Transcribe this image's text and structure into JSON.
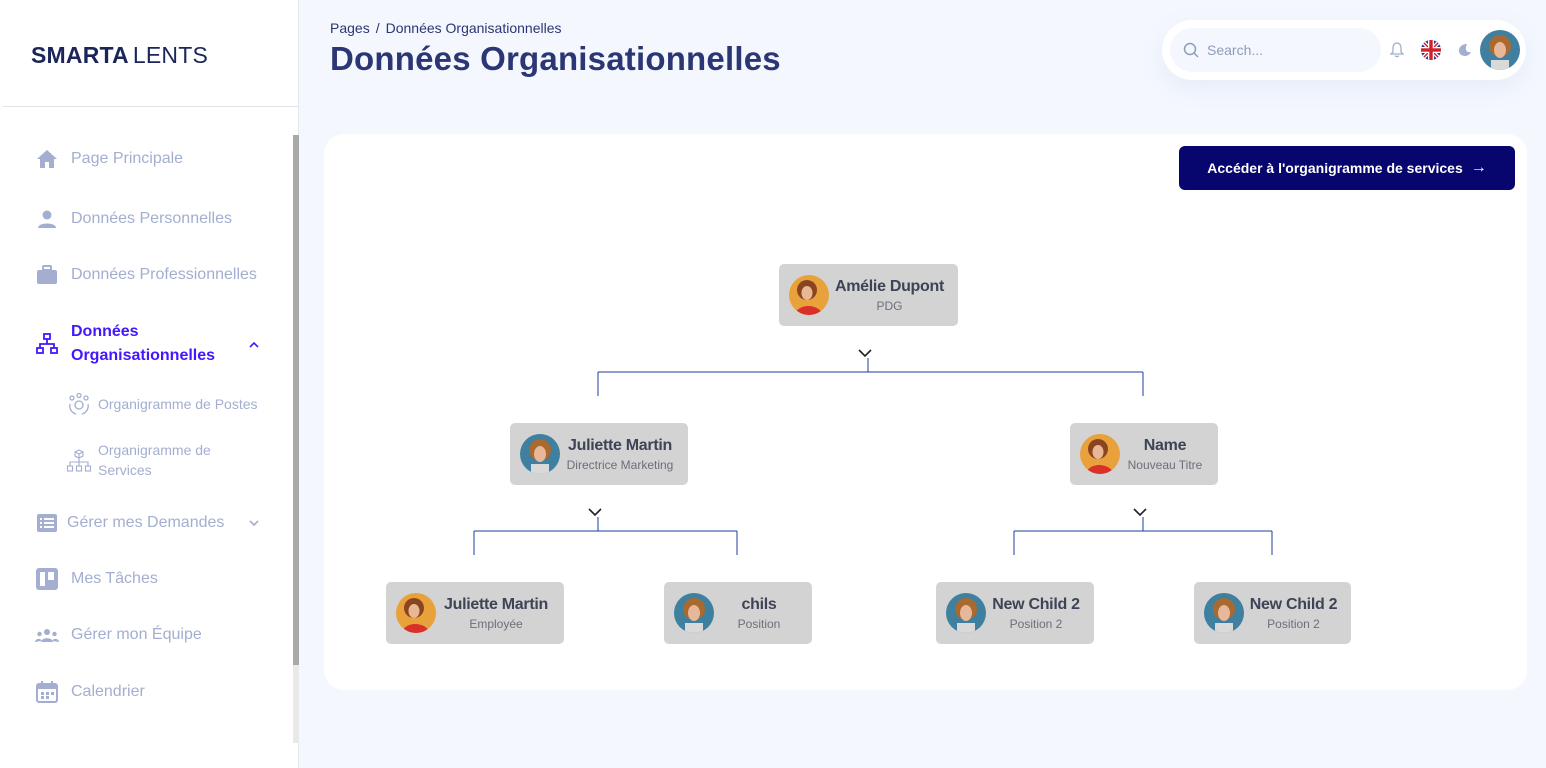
{
  "brand": {
    "bold": "SMARTA",
    "light": "LENTS"
  },
  "sidebar": {
    "items": [
      {
        "label": "Page Principale",
        "icon": "home-icon"
      },
      {
        "label": "Données Personnelles",
        "icon": "person-icon"
      },
      {
        "label": "Données Professionnelles",
        "icon": "briefcase-icon"
      },
      {
        "label": "Données Organisationnelles",
        "icon": "org-chart-icon",
        "active": true,
        "expanded": true
      },
      {
        "label": "Gérer mes Demandes",
        "icon": "list-icon"
      },
      {
        "label": "Mes Tâches",
        "icon": "board-icon"
      },
      {
        "label": "Gérer mon Équipe",
        "icon": "team-icon"
      },
      {
        "label": "Calendrier",
        "icon": "calendar-icon"
      }
    ],
    "active_label_line1": "Données",
    "active_label_line2": "Organisationnelles",
    "subitems": [
      {
        "label": "Organigramme de Postes",
        "icon": "people-circle-icon"
      },
      {
        "label_line1": "Organigramme de",
        "label_line2": "Services",
        "icon": "cube-hierarchy-icon"
      }
    ]
  },
  "header": {
    "breadcrumb_root": "Pages",
    "breadcrumb_sep": "/",
    "breadcrumb_current": "Données Organisationnelles",
    "title": "Données Organisationnelles"
  },
  "topbar": {
    "search_placeholder": "Search..."
  },
  "card": {
    "cta_label": "Accéder à l'organigramme de services",
    "cta_arrow": "→"
  },
  "org": {
    "root": {
      "name": "Amélie Dupont",
      "position": "PDG"
    },
    "level1": [
      {
        "name": "Juliette Martin",
        "position": "Directrice Marketing"
      },
      {
        "name": "Name",
        "position": "Nouveau Titre"
      }
    ],
    "level2": [
      {
        "name": "Juliette Martin",
        "position": "Employée"
      },
      {
        "name": "chils",
        "position": "Position"
      },
      {
        "name": "New Child 2",
        "position": "Position 2"
      },
      {
        "name": "New Child 2",
        "position": "Position 2"
      }
    ]
  },
  "colors": {
    "accent": "#4318ff",
    "cta": "#06066e",
    "node_bg": "#d3d3d3",
    "connector": "#1e3c9e",
    "muted": "#a3aed0"
  }
}
